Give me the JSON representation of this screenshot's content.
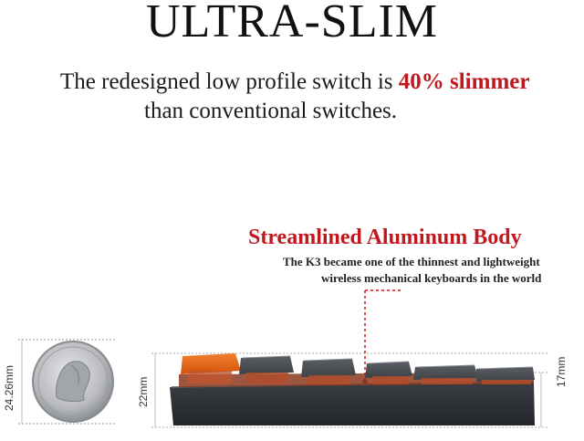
{
  "headline": "ULTRA-SLIM",
  "subtitle": {
    "line1_prefix": "The redesigned low profile switch is ",
    "line1_highlight": "40% slimmer",
    "line2": "than conventional switches."
  },
  "feature": {
    "title": "Streamlined Aluminum Body",
    "line1": "The K3 became one of the thinnest and lightweight",
    "line2": "wireless mechanical keyboards in the world"
  },
  "dimensions": {
    "coin_height": "24.26mm",
    "keyboard_height": "22mm",
    "body_height": "17mm"
  },
  "colors": {
    "accent_red": "#c0181e",
    "key_orange": "#e8620e",
    "key_gray": "#4a4d52",
    "body_dark": "#2f3237",
    "coin_silver": "#b9bbbe"
  },
  "illustrations": [
    "quarter-coin",
    "keyboard-side-profile"
  ]
}
